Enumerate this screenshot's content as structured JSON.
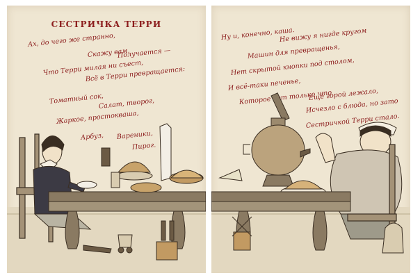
{
  "book": {
    "left_page": {
      "title": "СЕСТРИЧКА ТЕРРИ",
      "poem_lines": [
        "Ах, до чего же странно,",
        "Скажу вам,",
        "Получается —",
        "Что Терри милая ни съест,",
        "Всё в Терри превращается:",
        "Томатный сок,",
        "Салат, творог,",
        "Жаркое, простокваша,",
        "Арбуз,",
        "Вареники,",
        "Пирог."
      ]
    },
    "right_page": {
      "poem_lines": [
        "Ну и, конечно, каша.",
        "Не вижу я нигде кругом",
        "Машин для превращенья,",
        "Нет скрытой кнопки под столом,",
        "И всё-таки печенье,",
        "Которое вот только что",
        "Ещё горой лежало,",
        "Исчезло с блюда, но зато",
        "Сестричкой Терри стало."
      ]
    },
    "colors": {
      "paper": "#efe6d2",
      "text": "#8c1d1d",
      "ink": "#3a2e22",
      "wood": "#8a7a62"
    }
  }
}
